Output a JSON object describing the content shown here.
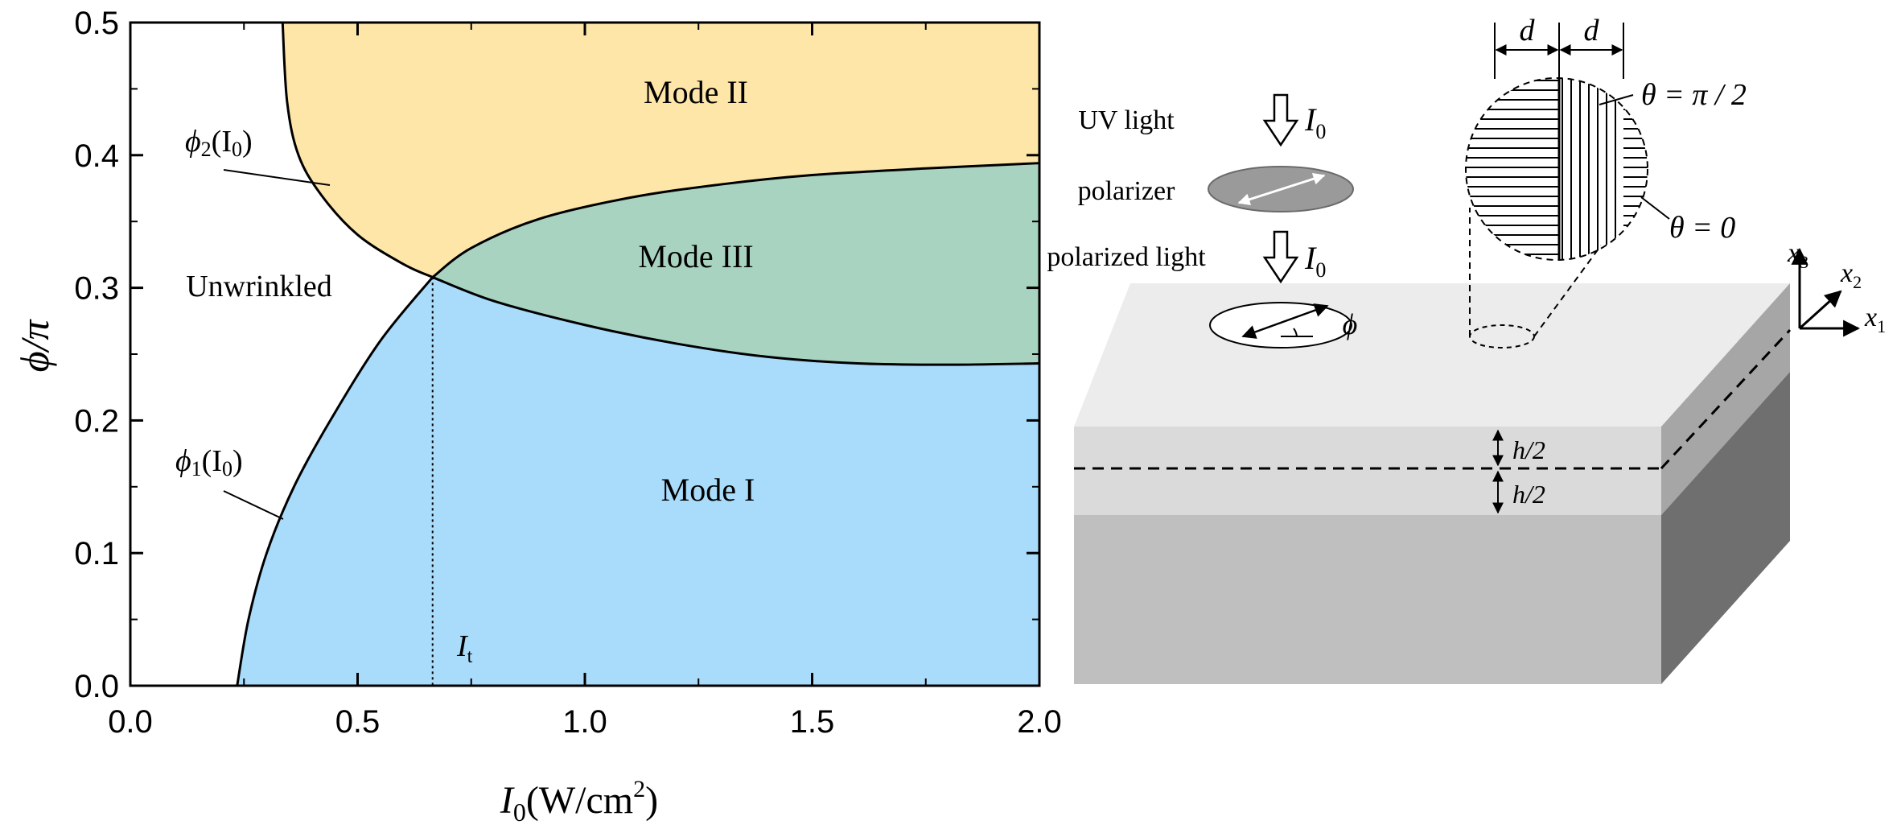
{
  "chart_data": {
    "type": "area",
    "x_axis": {
      "label_base": "I",
      "label_sub": "0",
      "label_unit": "(W/cm",
      "label_sup": "2",
      "label_close": ")",
      "range": [
        0.0,
        2.0
      ],
      "ticks": [
        0.0,
        0.5,
        1.0,
        1.5,
        2.0
      ],
      "tick_labels": [
        "0.0",
        "0.5",
        "1.0",
        "1.5",
        "2.0"
      ]
    },
    "y_axis": {
      "label": "ϕ/π",
      "range": [
        0.0,
        0.5
      ],
      "ticks": [
        0.0,
        0.1,
        0.2,
        0.3,
        0.4,
        0.5
      ],
      "tick_labels": [
        "0.0",
        "0.1",
        "0.2",
        "0.3",
        "0.4",
        "0.5"
      ]
    },
    "grid": false,
    "regions": [
      {
        "name": "Unwrinkled",
        "color": "#ffffff"
      },
      {
        "name": "Mode I",
        "color": "#a9dbfa"
      },
      {
        "name": "Mode II",
        "color": "#fde6a8"
      },
      {
        "name": "Mode III",
        "color": "#a8d3c1"
      }
    ],
    "boundaries": {
      "phi1": {
        "label_main": "ϕ",
        "label_sub": "1",
        "label_arg": "(I",
        "label_arg_sub": "0",
        "label_close": ")",
        "points": [
          [
            0.235,
            0.0
          ],
          [
            0.26,
            0.05
          ],
          [
            0.3,
            0.1
          ],
          [
            0.36,
            0.15
          ],
          [
            0.44,
            0.2
          ],
          [
            0.55,
            0.26
          ],
          [
            0.665,
            0.308
          ]
        ]
      },
      "phi2": {
        "label_main": "ϕ",
        "label_sub": "2",
        "label_arg": "(I",
        "label_arg_sub": "0",
        "label_close": ")",
        "points": [
          [
            0.335,
            0.5
          ],
          [
            0.345,
            0.44
          ],
          [
            0.37,
            0.4
          ],
          [
            0.42,
            0.37
          ],
          [
            0.5,
            0.34
          ],
          [
            0.6,
            0.318
          ],
          [
            0.665,
            0.308
          ]
        ]
      },
      "upper": {
        "points": [
          [
            0.665,
            0.308
          ],
          [
            0.75,
            0.33
          ],
          [
            0.9,
            0.352
          ],
          [
            1.1,
            0.368
          ],
          [
            1.3,
            0.378
          ],
          [
            1.5,
            0.385
          ],
          [
            1.75,
            0.39
          ],
          [
            2.0,
            0.394
          ]
        ]
      },
      "lower": {
        "points": [
          [
            0.665,
            0.308
          ],
          [
            0.8,
            0.29
          ],
          [
            1.0,
            0.272
          ],
          [
            1.2,
            0.258
          ],
          [
            1.4,
            0.248
          ],
          [
            1.6,
            0.243
          ],
          [
            1.8,
            0.242
          ],
          [
            2.0,
            0.243
          ]
        ]
      }
    },
    "threshold": {
      "x": 0.665,
      "label_base": "I",
      "label_sub": "t"
    },
    "region_labels": {
      "mode1": "Mode I",
      "mode2": "Mode II",
      "mode3": "Mode III",
      "unwrinkled": "Unwrinkled"
    }
  },
  "diagram": {
    "uv_light": "UV light",
    "polarizer": "polarizer",
    "polarized_light": "polarized light",
    "intensity_base": "I",
    "intensity_sub": "0",
    "angle_phi": "ϕ",
    "d1": "d",
    "d2": "d",
    "theta_half_pi": "θ = π / 2",
    "theta_zero": "θ = 0",
    "half_h_top": "h/2",
    "half_h_bottom": "h/2",
    "axis_x1_base": "x",
    "axis_x1_sub": "1",
    "axis_x2_base": "x",
    "axis_x2_sub": "2",
    "axis_x3_base": "x",
    "axis_x3_sub": "3"
  }
}
